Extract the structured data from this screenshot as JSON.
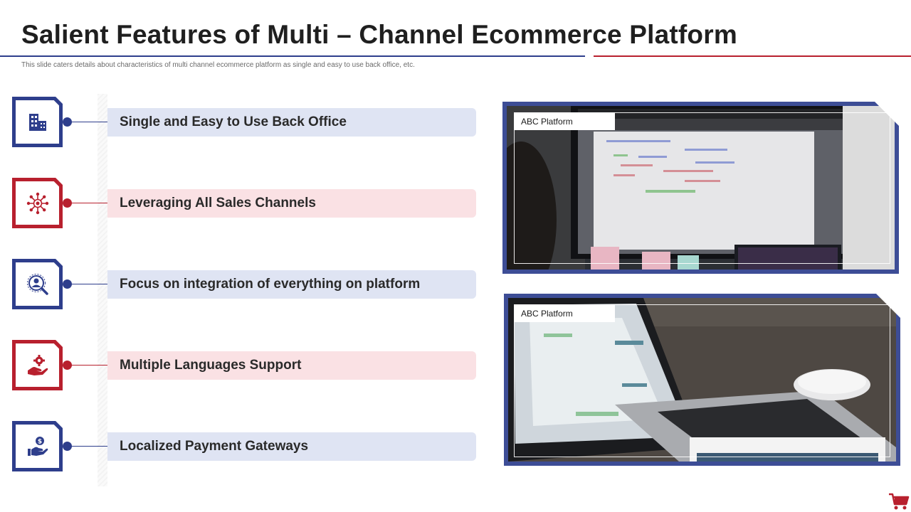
{
  "slide": {
    "title": "Salient Features of Multi – Channel Ecommerce Platform",
    "subtitle": "This slide caters details about characteristics of  multi channel ecommerce platform as single and easy to use back office, etc."
  },
  "features": [
    {
      "label": "Single and Easy to Use Back Office",
      "icon": "office-building-icon",
      "color": "blue"
    },
    {
      "label": "Leveraging All Sales Channels",
      "icon": "network-hub-icon",
      "color": "red"
    },
    {
      "label": "Focus on integration of everything on platform",
      "icon": "user-search-icon",
      "color": "blue"
    },
    {
      "label": "Multiple Languages Support",
      "icon": "gear-hand-icon",
      "color": "red"
    },
    {
      "label": "Localized Payment Gateways",
      "icon": "money-hand-icon",
      "color": "blue"
    }
  ],
  "photos": [
    {
      "label": "ABC Platform",
      "icon": "monitor-photo"
    },
    {
      "label": "ABC Platform",
      "icon": "laptop-photo"
    }
  ],
  "colors": {
    "accent_blue": "#2e3e8c",
    "accent_red": "#b8202e",
    "pill_blue": "#dfe4f3",
    "pill_red": "#fae1e4"
  },
  "footer": {
    "icon": "shopping-cart-icon"
  }
}
